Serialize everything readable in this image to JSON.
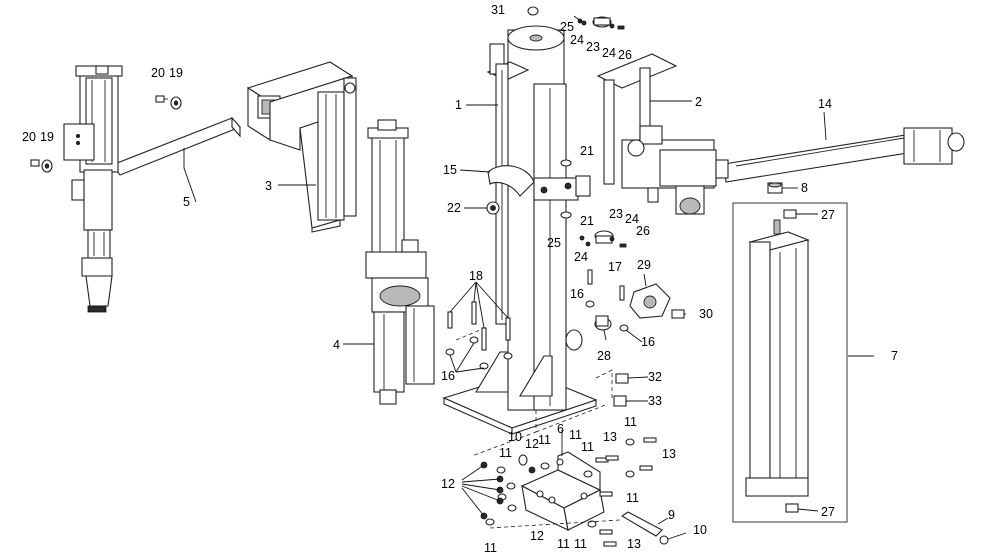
{
  "diagram": {
    "labels": [
      "1",
      "2",
      "3",
      "4",
      "5",
      "6",
      "7",
      "8",
      "9",
      "10",
      "10",
      "11",
      "11",
      "11",
      "11",
      "11",
      "11",
      "11",
      "11",
      "11",
      "12",
      "12",
      "12",
      "13",
      "13",
      "13",
      "14",
      "15",
      "16",
      "16",
      "16",
      "17",
      "18",
      "19",
      "19",
      "20",
      "20",
      "21",
      "21",
      "22",
      "23",
      "23",
      "24",
      "24",
      "24",
      "24",
      "25",
      "25",
      "26",
      "26",
      "27",
      "27",
      "28",
      "29",
      "30",
      "31",
      "32",
      "33"
    ]
  }
}
